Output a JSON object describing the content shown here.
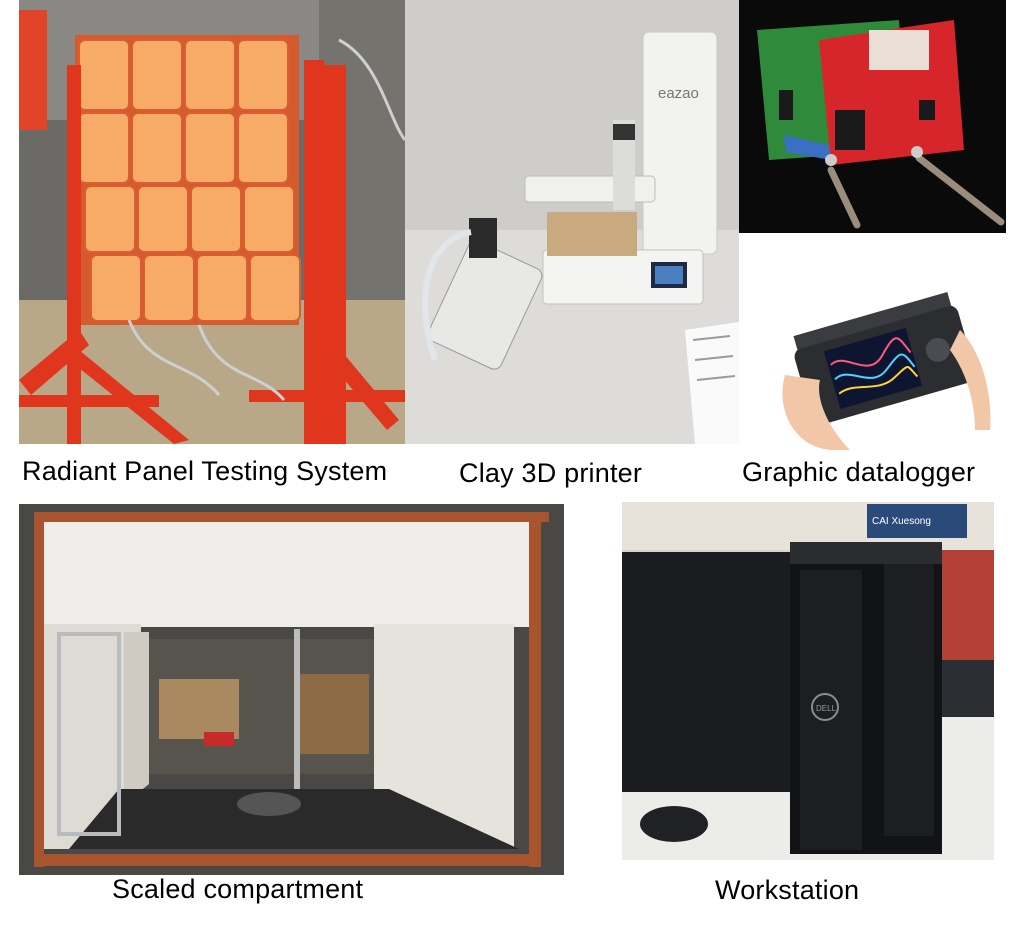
{
  "captions": {
    "radiant": "Radiant Panel Testing System",
    "clay": "Clay 3D printer",
    "datalogger": "Graphic datalogger",
    "compartment": "Scaled compartment",
    "workstation": "Workstation"
  },
  "photo_text": {
    "printer_brand": "eazao",
    "workstation_brand": "DELL",
    "workstation_sign": "CAI Xuesong"
  },
  "colors": {
    "radiant_glow": "#f6a05a",
    "frame_red": "#e0361e",
    "pcb_red": "#d7262b",
    "pcb_green": "#2f8a3c",
    "workstation_black": "#111316"
  }
}
